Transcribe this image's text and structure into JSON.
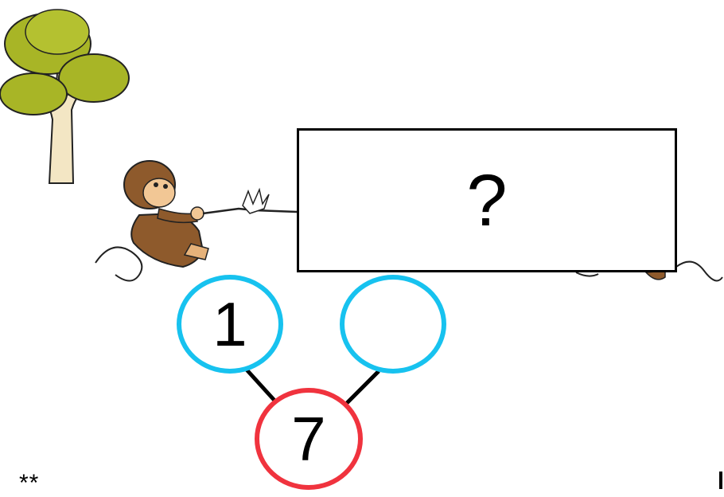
{
  "scene": {
    "tree": "tree-illustration",
    "monkey_left": "monkey-pulling-rope",
    "monkey_right": "monkey-pulling-rope-hidden"
  },
  "question_box": {
    "text": "?"
  },
  "number_bond": {
    "part_left": "1",
    "part_right": "",
    "whole": "7"
  },
  "footer": {
    "stars": "**"
  },
  "colors": {
    "part_circle": "#17c2ef",
    "whole_circle": "#f0333e"
  }
}
